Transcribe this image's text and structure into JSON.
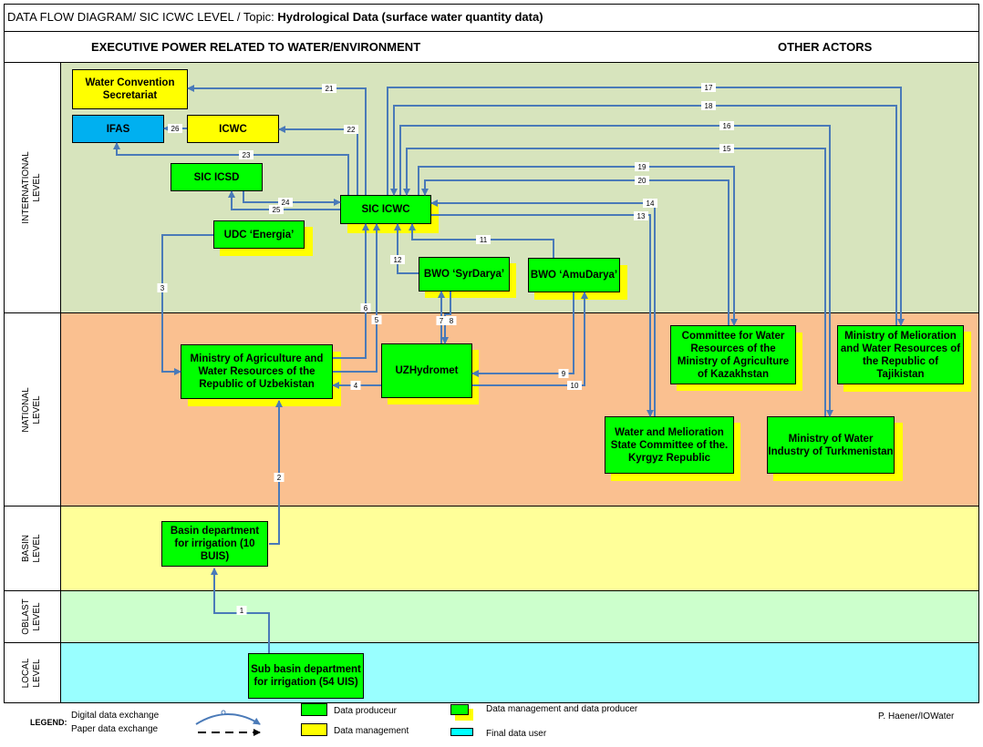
{
  "title": {
    "prefix": "DATA FLOW DIAGRAM/ SIC ICWC LEVEL / Topic: ",
    "topic": "Hydrological Data (surface water quantity data)"
  },
  "columns": {
    "executive": "EXECUTIVE  POWER RELATED TO WATER/ENVIRONMENT",
    "other": "OTHER ACTORS"
  },
  "levels": {
    "international": "INTERNATIONAL\nLEVEL",
    "national": "NATIONAL\nLEVEL",
    "basin": "BASIN\nLEVEL",
    "oblast": "OBLAST\nLEVEL",
    "local": "LOCAL\nLEVEL"
  },
  "colors": {
    "producer": "#00ff00",
    "management": "#ffff00",
    "final_user": "#00b0f0",
    "arrow": "#4a7ab8",
    "international_band": "#d7e4bd",
    "national_band": "#fac090",
    "basin_band": "#ffff99",
    "oblast_band": "#ccffcc",
    "local_band": "#99ffff"
  },
  "nodes": {
    "wcs": "Water Convention Secretariat",
    "ifas": "IFAS",
    "icwc": "ICWC",
    "sicicsd": "SIC ICSD",
    "udc": "UDC ‘Energia’",
    "sicicwc": "SIC ICWC",
    "bwosyr": "BWO ‘SyrDarya’",
    "bwoamu": "BWO ‘AmuDarya’",
    "moa": "Ministry of Agriculture and Water Resources of the Republic of Uzbekistan",
    "uzhyd": "UZHydromet",
    "kaz": "Committee for Water Resources of the Ministry of Agriculture of Kazakhstan",
    "taj": "Ministry of Melioration and Water Resources of the Republic of Tajikistan",
    "kyr": "Water and Melioration State Committee of the. Kyrgyz Republic",
    "turk": "Ministry of Water Industry of Turkmenistan",
    "basin": "Basin department for irrigation (10 BUIS)",
    "sub": "Sub basin department for irrigation (54 UIS)"
  },
  "edge_labels": [
    "1",
    "2",
    "3",
    "4",
    "5",
    "6",
    "7",
    "8",
    "9",
    "10",
    "11",
    "12",
    "13",
    "14",
    "15",
    "16",
    "17",
    "18",
    "19",
    "20",
    "21",
    "22",
    "23",
    "24",
    "25",
    "26"
  ],
  "legend": {
    "title": "LEGEND:",
    "digital": "Digital data exchange",
    "paper": "Paper data exchange",
    "producer": "Data produceur",
    "management": "Data management",
    "mgmt_producer": "Data management and data producer",
    "final": "Final data user",
    "author": "P. Haener/IOWater"
  }
}
